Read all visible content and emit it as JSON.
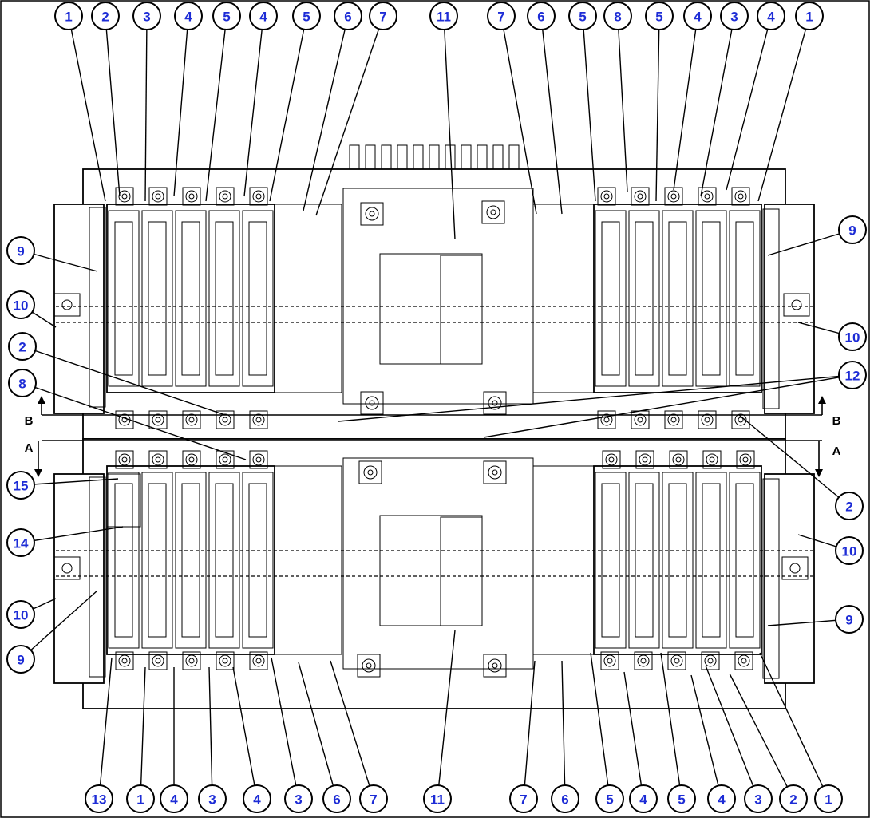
{
  "callouts": {
    "top": [
      "1",
      "2",
      "3",
      "4",
      "5",
      "4",
      "5",
      "6",
      "7",
      "11",
      "7",
      "6",
      "5",
      "8",
      "5",
      "4",
      "3",
      "4",
      "1"
    ],
    "bottom": [
      "13",
      "1",
      "4",
      "3",
      "4",
      "3",
      "6",
      "7",
      "11",
      "7",
      "6",
      "5",
      "4",
      "5",
      "4",
      "3",
      "2",
      "1"
    ],
    "left": [
      "9",
      "10",
      "2",
      "8",
      "15",
      "14",
      "10",
      "9"
    ],
    "right": [
      "9",
      "10",
      "12",
      "2",
      "10",
      "9"
    ]
  },
  "section_labels": {
    "b_left": "B",
    "a_left": "A",
    "b_right": "B",
    "a_right": "A"
  },
  "colors": {
    "callout_text": "#1d2cd6",
    "line": "#000000",
    "background": "#ffffff"
  }
}
